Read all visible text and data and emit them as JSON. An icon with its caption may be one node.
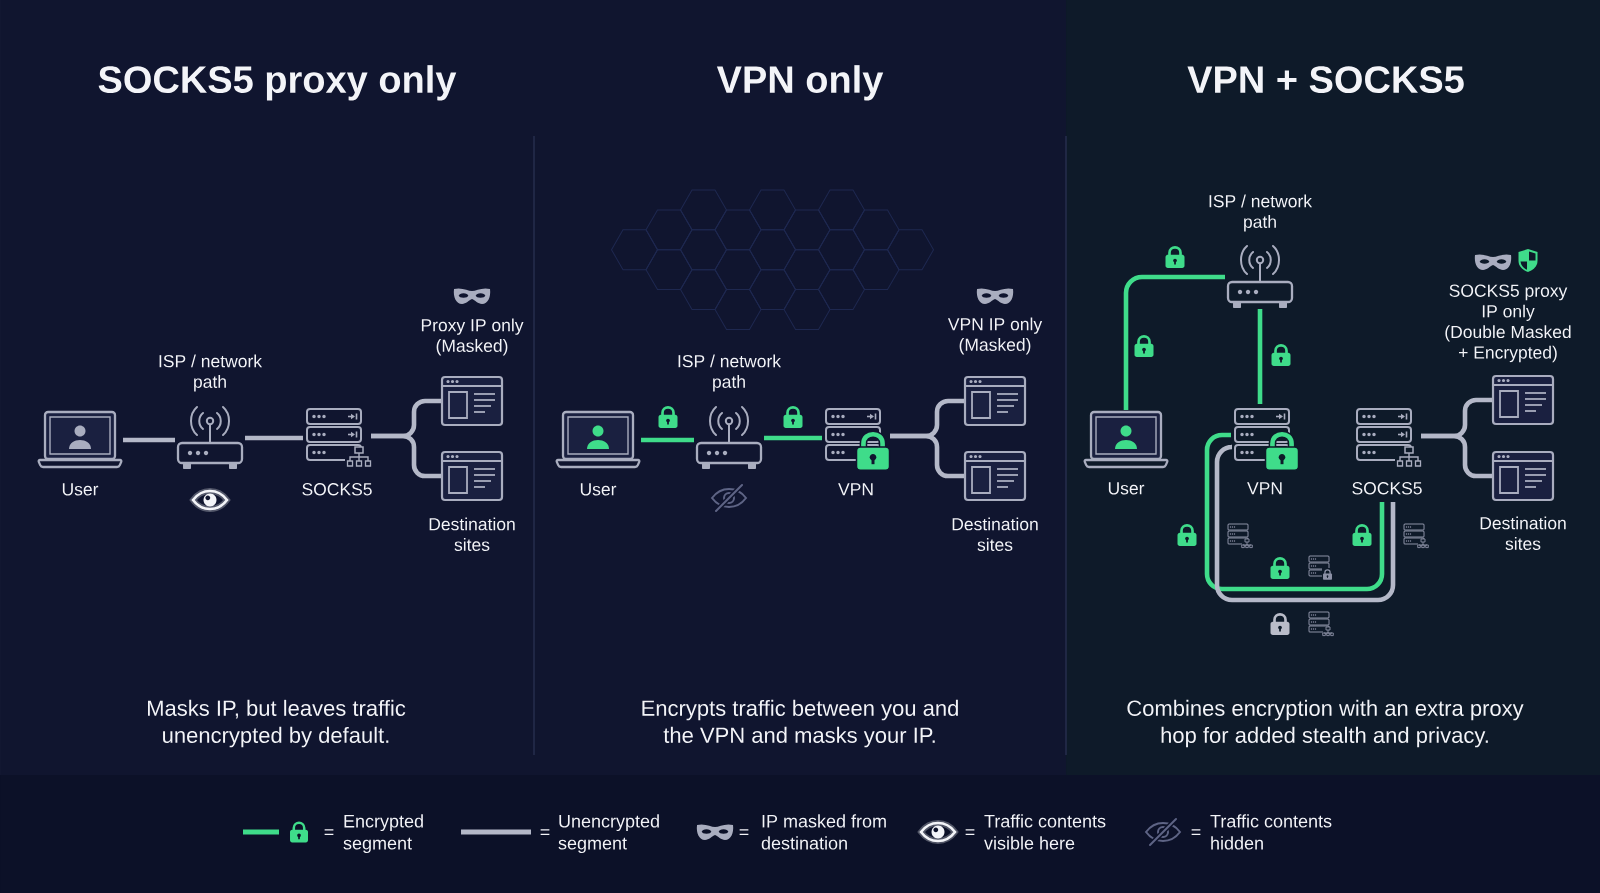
{
  "diagram": {
    "nodes": [
      {
        "text": [
          "User"
        ]
      },
      {
        "text": [
          "ISP / network path"
        ]
      },
      {
        "text": [
          "SOCKS5"
        ]
      },
      {
        "text": [],
        "shape": "picture",
        "beside": [
          "Proxy IP only (Masked)"
        ]
      },
      {
        "text": [],
        "shape": "picture",
        "beside": [
          "Destination sites"
        ]
      },
      {
        "text": [
          "User"
        ]
      },
      {
        "text": [
          "ISP / network path"
        ]
      },
      {
        "text": [
          "VPN"
        ]
      },
      {
        "text": [],
        "shape": "picture",
        "beside": [
          "VPN IP only (Masked)"
        ]
      },
      {
        "text": [],
        "shape": "picture",
        "beside": [
          "Destination sites"
        ]
      },
      {
        "text": [
          "ISP / network path"
        ]
      },
      {
        "text": [
          "User"
        ]
      },
      {
        "text": [
          "VPN"
        ]
      },
      {
        "text": [
          "SOCKS5"
        ]
      },
      {
        "text": [],
        "shape": "picture",
        "beside": [
          "SOCKS5 proxy IP only (Double Masked + Encrypted)"
        ]
      },
      {
        "text": [],
        "shape": "picture",
        "beside": [
          "Destination sites"
        ]
      }
    ],
    "edges": [
      {
        "from": 0,
        "to": 1,
        "arrow": "none"
      },
      {
        "from": 1,
        "to": 2,
        "arrow": "none"
      },
      {
        "from": 2,
        "to": 3,
        "arrow": "none"
      },
      {
        "from": 2,
        "to": 4,
        "arrow": "none"
      },
      {
        "from": 5,
        "to": 6,
        "arrow": "none",
        "color": "#3fdc8a"
      },
      {
        "from": 6,
        "to": 7,
        "arrow": "none",
        "color": "#3fdc8a"
      },
      {
        "from": 7,
        "to": 8,
        "arrow": "none"
      },
      {
        "from": 7,
        "to": 9,
        "arrow": "none"
      },
      {
        "from": 11,
        "to": 10,
        "arrow": "none",
        "color": "#3fdc8a"
      },
      {
        "from": 10,
        "to": 12,
        "arrow": "none",
        "color": "#3fdc8a"
      },
      {
        "from": 12,
        "to": 13,
        "arrow": "none",
        "color": "#3fdc8a"
      },
      {
        "from": 12,
        "to": 13,
        "arrow": "none"
      },
      {
        "from": 13,
        "to": 14,
        "arrow": "none"
      },
      {
        "from": 13,
        "to": 15,
        "arrow": "none"
      }
    ],
    "labels": [
      "SOCKS5 proxy only",
      "VPN only",
      "VPN + SOCKS5",
      "Masks IP, but leaves traffic unencrypted by default.",
      "Encrypts traffic between you and the VPN and masks your IP.",
      "Combines encryption with an extra proxy hop for added stealth and privacy.",
      "=",
      "=",
      "=",
      "=",
      "="
    ],
    "legend": [
      {
        "text": "Encrypted segment"
      },
      {
        "text": "Unencrypted segment"
      },
      {
        "text": "IP masked from destination"
      },
      {
        "text": "Traffic contents visible here"
      },
      {
        "text": "Traffic contents hidden"
      }
    ]
  }
}
